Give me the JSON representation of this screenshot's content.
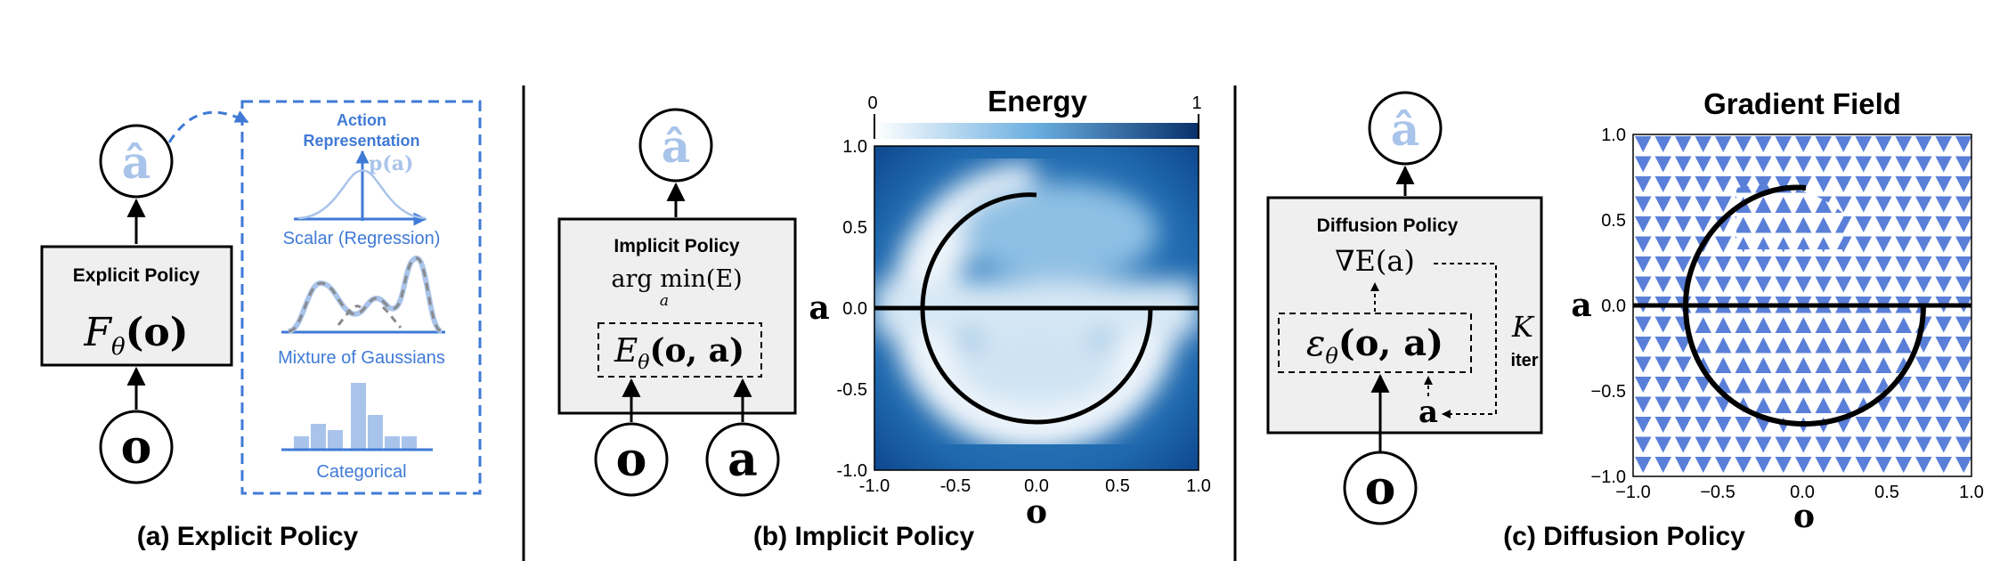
{
  "panel_a": {
    "caption": "(a) Explicit Policy",
    "output_node": "â",
    "input_node": "o",
    "box_title": "Explicit Policy",
    "box_formula": "F_θ(o)",
    "box_formula_main": "F",
    "box_formula_sub": "θ",
    "box_formula_tail": "(o)",
    "rep_title_1": "Action",
    "rep_title_2": "Representation",
    "rep_pa": "p(a)",
    "rep_items": [
      "Scalar (Regression)",
      "Mixture of Gaussians",
      "Categorical"
    ]
  },
  "panel_b": {
    "caption": "(b) Implicit Policy",
    "output_node": "â",
    "input_nodes": [
      "o",
      "a"
    ],
    "box_title": "Implicit Policy",
    "box_argmin": "arg min(E)",
    "box_argmin_sub": "a",
    "box_energy_main": "E",
    "box_energy_sub": "θ",
    "box_energy_tail": "(o, a)",
    "plot": {
      "title": "Energy",
      "colorbar_min": "0",
      "colorbar_max": "1",
      "xlabel": "o",
      "ylabel": "a",
      "xticks": [
        "-1.0",
        "-0.5",
        "0.0",
        "0.5",
        "1.0"
      ],
      "yticks": [
        "1.0",
        "0.5",
        "0.0",
        "-0.5",
        "-1.0"
      ]
    }
  },
  "panel_c": {
    "caption": "(c) Diffusion Policy",
    "output_node": "â",
    "input_node": "o",
    "box_title": "Diffusion Policy",
    "box_grad": "∇E(a)",
    "box_eps_main": "ε",
    "box_eps_sub": "θ",
    "box_eps_tail": "(o, a)",
    "noisy_action": "a",
    "k_main": "K",
    "k_sub": "iter",
    "plot": {
      "title": "Gradient Field",
      "xlabel": "o",
      "ylabel": "a",
      "xticks": [
        "−1.0",
        "−0.5",
        "0.0",
        "0.5",
        "1.0"
      ],
      "yticks": [
        "1.0",
        "0.5",
        "0.0",
        "−0.5",
        "−1.0"
      ]
    }
  },
  "colors": {
    "accent_blue": "#3f7ad6",
    "light_blue": "#a9c4ea",
    "box_fill": "#efefef",
    "arrow_fill": "#5a82d8"
  }
}
